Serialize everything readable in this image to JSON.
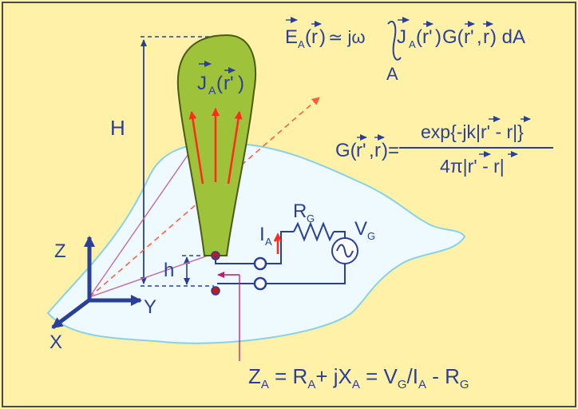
{
  "colors": {
    "background": "#fff2a8",
    "frame": "#4a4a4a",
    "ground_fill": "#eefaff",
    "ground_stroke": "#8ad0e6",
    "antenna_fill": "#9ec23a",
    "antenna_stroke": "#4d5a16",
    "text": "#2a3f96",
    "current_arrows": "#ff2a1a",
    "dashed_ray": "#ff5a3c",
    "ray": "#c06aa6",
    "port_arrow": "#c2186f"
  },
  "labels": {
    "H": "H",
    "h": "h",
    "Z": "Z",
    "Y": "Y",
    "X": "X",
    "J": "J",
    "A": "A",
    "r": "r",
    "rprime": "r'",
    "I": "I",
    "R": "R",
    "V": "V",
    "G": "G"
  },
  "equations": {
    "field": {
      "E": "E",
      "sub_A": "A",
      "approx": "≃ jω",
      "J": "J",
      "G_part": "G(",
      "dA": ") dA",
      "limit": "A"
    },
    "green": {
      "lhs": "G(",
      "numerator": "exp{-jk|r' - r|}",
      "denominator": "4π|r' - r|"
    },
    "impedance": {
      "Z": "Z",
      "R": "R",
      "X": "X",
      "V": "V",
      "I": "I",
      "G": "G",
      "A": "A",
      "eq1": " = ",
      "plus": "+ j",
      "eq2": " = ",
      "div": "/",
      "minus": " - "
    }
  }
}
